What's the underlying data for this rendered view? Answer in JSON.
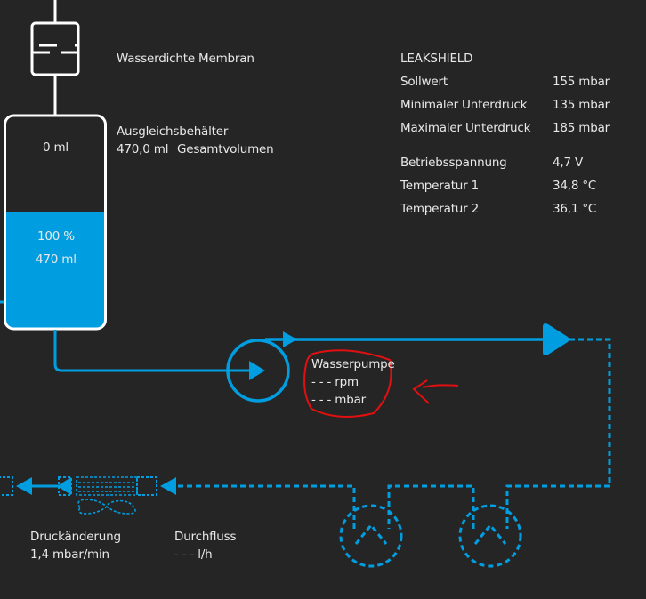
{
  "membrane": {
    "label": "Wasserdichte Membran"
  },
  "reservoir": {
    "title": "Ausgleichsbehälter",
    "total_volume": "470,0 ml",
    "total_volume_label": "Gesamtvolumen",
    "empty_volume": "0 ml",
    "fill_percent_label": "100 %",
    "fill_volume": "470 ml",
    "fill_fraction": 0.6
  },
  "leakshield": {
    "title": "LEAKSHIELD",
    "rows": [
      {
        "label": "Sollwert",
        "value": "155 mbar"
      },
      {
        "label": "Minimaler Unterdruck",
        "value": "135 mbar"
      },
      {
        "label": "Maximaler Unterdruck",
        "value": "185 mbar"
      },
      {
        "label": "Betriebsspannung",
        "value": "4,7 V"
      },
      {
        "label": "Temperatur 1",
        "value": "34,8 °C"
      },
      {
        "label": "Temperatur 2",
        "value": "36,1 °C"
      }
    ]
  },
  "pump": {
    "title": "Wasserpumpe",
    "rpm": "- - - rpm",
    "pressure": "- - - mbar"
  },
  "pressure_change": {
    "label": "Druckänderung",
    "value": "1,4 mbar/min"
  },
  "flow": {
    "label": "Durchfluss",
    "value": "- - - l/h"
  },
  "colors": {
    "accent": "#009ee0",
    "outline": "#ffffff",
    "background": "#252525",
    "annotation": "#e01010"
  }
}
